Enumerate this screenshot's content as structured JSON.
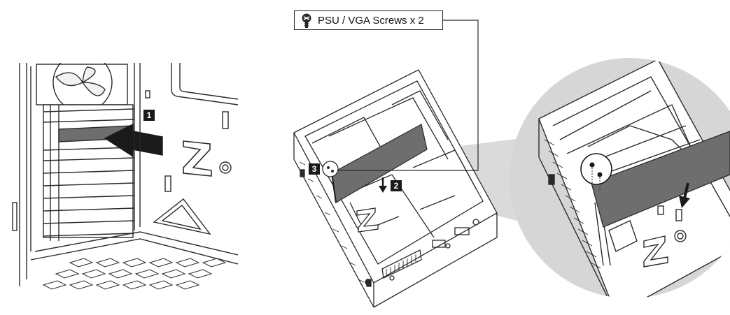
{
  "callout": {
    "label": "PSU / VGA Screws x 2",
    "icon": "screw-icon"
  },
  "steps": [
    {
      "id": "1",
      "label": "1"
    },
    {
      "id": "2",
      "label": "2"
    },
    {
      "id": "3",
      "label": "3"
    }
  ],
  "colors": {
    "line": "#2a2a2a",
    "card_fill": "#6e6e6e",
    "zoom_circle": "#d6d6d6",
    "badge": "#1a1a1a"
  }
}
